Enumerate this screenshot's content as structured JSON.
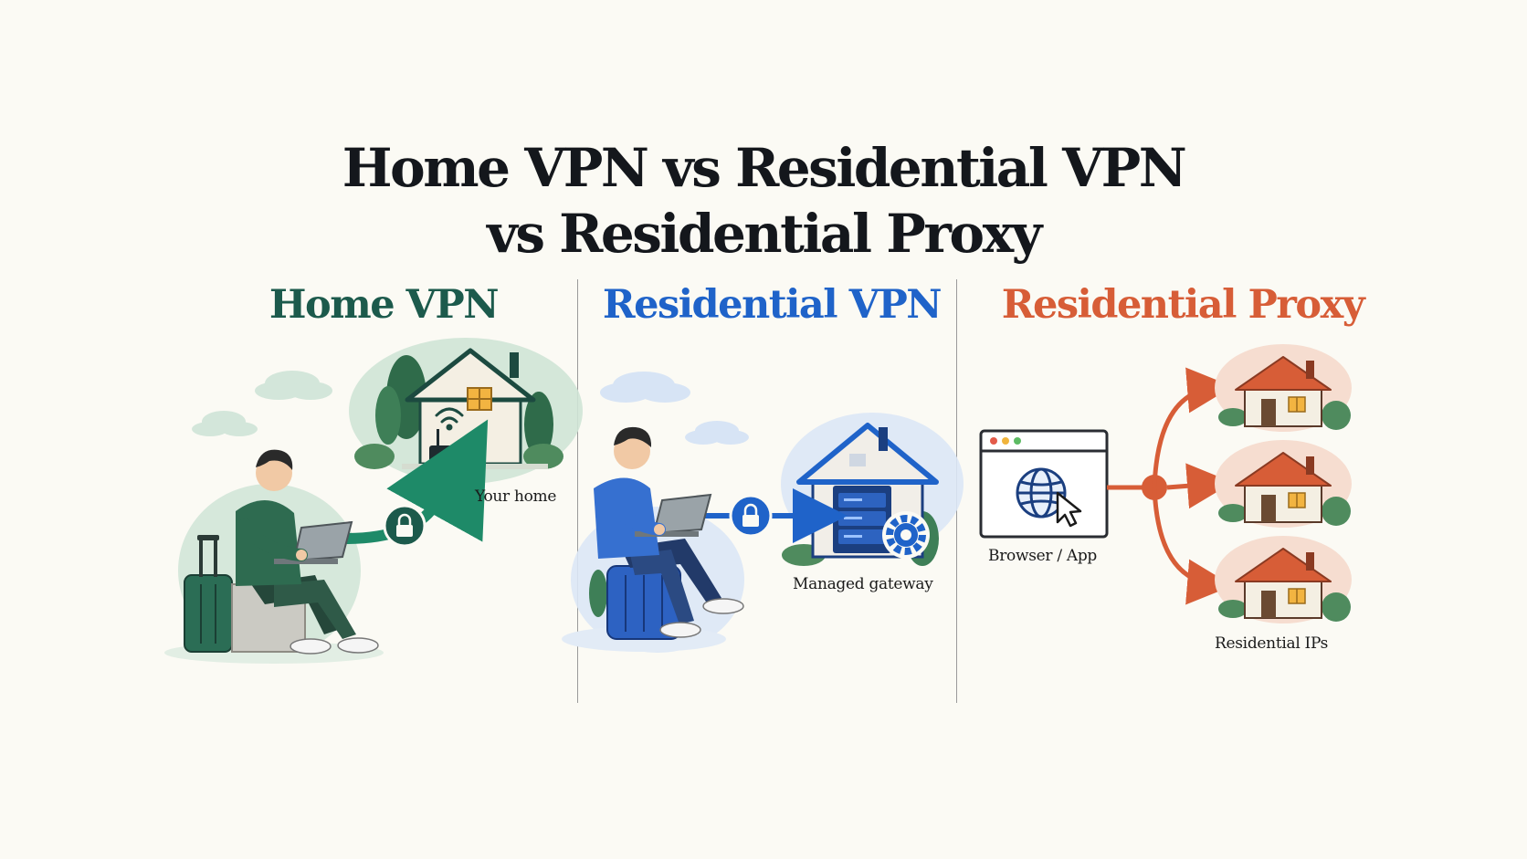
{
  "title": {
    "line1": "Home VPN vs Residential VPN",
    "line2": "vs Residential Proxy"
  },
  "colors": {
    "home": "#1c5a4c",
    "resvpn": "#1f63c9",
    "proxy": "#d75d37"
  },
  "columns": [
    {
      "title": "Home VPN",
      "labels": [
        "Your home"
      ]
    },
    {
      "title": "Residential VPN",
      "labels": [
        "Managed gateway"
      ]
    },
    {
      "title": "Residential Proxy",
      "labels": [
        "Browser / App",
        "Residential IPs"
      ]
    }
  ]
}
